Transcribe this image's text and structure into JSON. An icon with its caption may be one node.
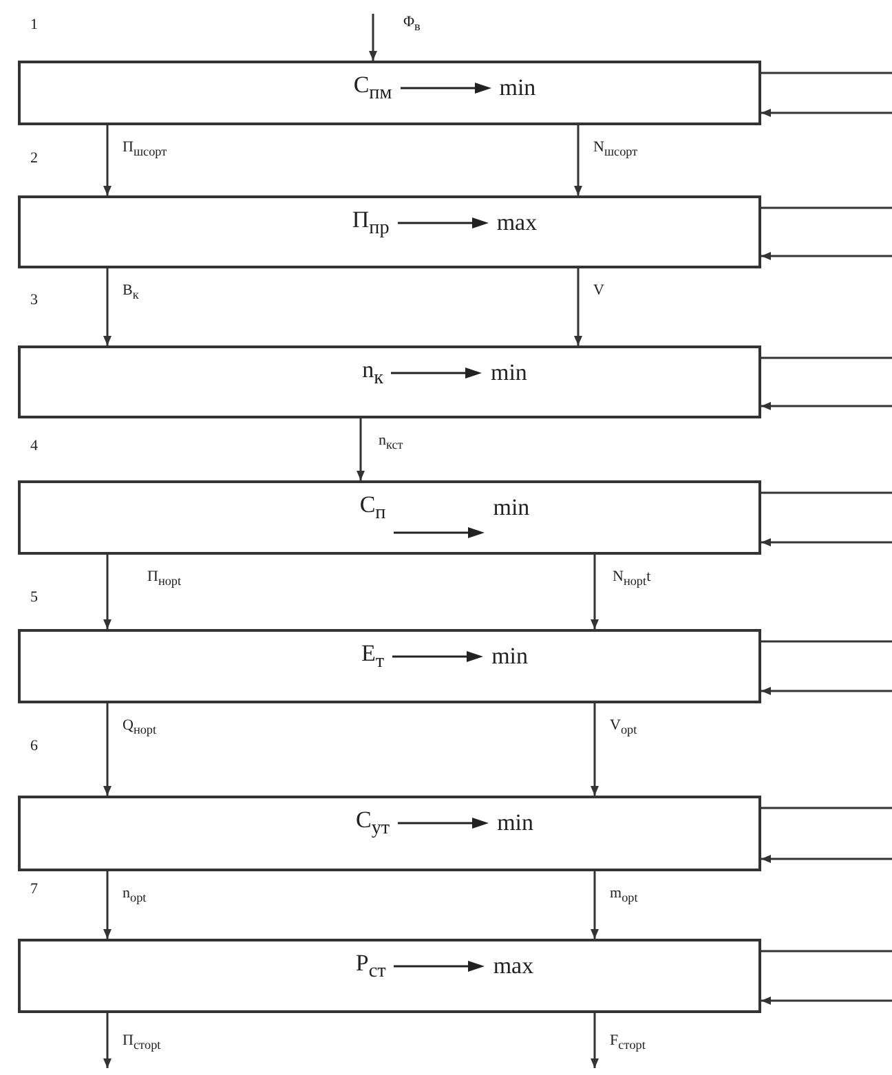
{
  "diagram": {
    "nodes": [
      {
        "text": [
          "C$_{пм}$",
          "min"
        ]
      },
      {
        "text": [
          "Π$_{пр}$",
          "max"
        ]
      },
      {
        "text": [
          "n$_{к}$",
          "min"
        ]
      },
      {
        "text": [
          "C$_{п}$",
          "min"
        ]
      },
      {
        "text": [
          "E$_{т}$",
          "min"
        ]
      },
      {
        "text": [
          "C$_{ут}$",
          "min"
        ]
      },
      {
        "text": [
          "P$_{ст}$",
          "max"
        ]
      }
    ],
    "edges": [
      {
        "from": null,
        "to": 0,
        "arrow": "to",
        "label": "Φ$_{в}$"
      },
      {
        "from": 0,
        "to": 1,
        "arrow": "to",
        "label": "Π$_{шсорт}$"
      },
      {
        "from": 0,
        "to": 1,
        "arrow": "to",
        "label": "N$_{шсорт}$"
      },
      {
        "from": 1,
        "to": 2,
        "arrow": "to",
        "label": "B$_{к}$"
      },
      {
        "from": 1,
        "to": 2,
        "arrow": "to",
        "label": "V"
      },
      {
        "from": 2,
        "to": 3,
        "arrow": "to",
        "label": "n$_{кст}$"
      },
      {
        "from": 3,
        "to": 4,
        "arrow": "to",
        "label": "Π$_{нopt}$"
      },
      {
        "from": 3,
        "to": 4,
        "arrow": "to",
        "label": "N$_{нopt}$t"
      },
      {
        "from": 4,
        "to": 5,
        "arrow": "to",
        "label": "Q$_{нopt}$"
      },
      {
        "from": 4,
        "to": 5,
        "arrow": "to",
        "label": "V$_{opt}$"
      },
      {
        "from": 5,
        "to": 6,
        "arrow": "to",
        "label": "n$_{opt}$"
      },
      {
        "from": 5,
        "to": 6,
        "arrow": "to",
        "label": "m$_{opt}$"
      },
      {
        "from": 6,
        "to": null,
        "arrow": "to",
        "label": "Π$_{cтopt}$"
      },
      {
        "from": 6,
        "to": null,
        "arrow": "to",
        "label": "F$_{cтopt}$"
      },
      {
        "from": 0,
        "to": null,
        "arrow": "none"
      },
      {
        "from": null,
        "to": 0,
        "arrow": "to"
      },
      {
        "from": 1,
        "to": null,
        "arrow": "none"
      },
      {
        "from": null,
        "to": 1,
        "arrow": "to"
      },
      {
        "from": 2,
        "to": null,
        "arrow": "none"
      },
      {
        "from": null,
        "to": 2,
        "arrow": "to"
      },
      {
        "from": 3,
        "to": null,
        "arrow": "none"
      },
      {
        "from": null,
        "to": 3,
        "arrow": "to"
      },
      {
        "from": 4,
        "to": null,
        "arrow": "none"
      },
      {
        "from": null,
        "to": 4,
        "arrow": "to"
      },
      {
        "from": 5,
        "to": null,
        "arrow": "none"
      },
      {
        "from": null,
        "to": 5,
        "arrow": "to"
      },
      {
        "from": 6,
        "to": null,
        "arrow": "none"
      },
      {
        "from": null,
        "to": 6,
        "arrow": "to"
      }
    ],
    "labels": [
      "1",
      "2",
      "3",
      "4",
      "5",
      "6",
      "7"
    ]
  }
}
